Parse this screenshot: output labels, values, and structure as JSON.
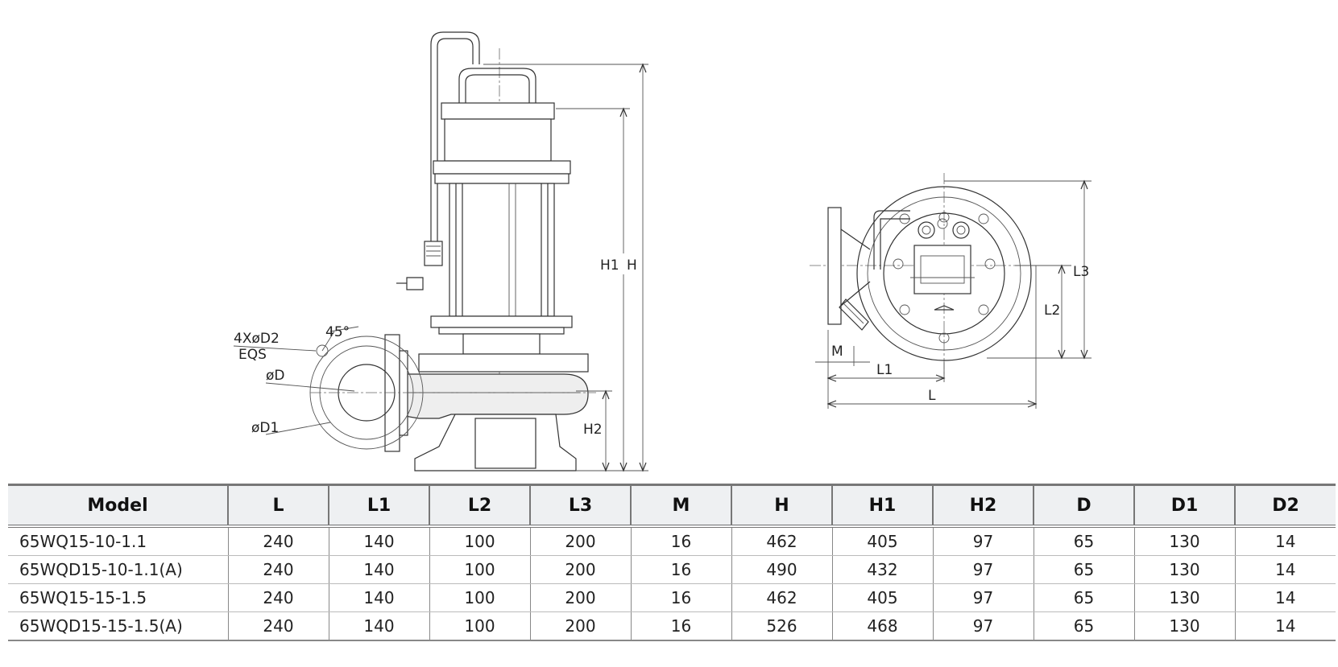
{
  "labels": {
    "flange_holes": "4XøD2",
    "flange_holes_sub": "EQS",
    "angle": "45°",
    "dia_d": "øD",
    "dia_d1": "øD1",
    "h1": "H1",
    "h": "H",
    "h2": "H2",
    "l": "L",
    "l1": "L1",
    "l2": "L2",
    "l3": "L3",
    "m": "M"
  },
  "table": {
    "headers": [
      "Model",
      "L",
      "L1",
      "L2",
      "L3",
      "M",
      "H",
      "H1",
      "H2",
      "D",
      "D1",
      "D2"
    ],
    "rows": [
      [
        "65WQ15-10-1.1",
        "240",
        "140",
        "100",
        "200",
        "16",
        "462",
        "405",
        "97",
        "65",
        "130",
        "14"
      ],
      [
        "65WQD15-10-1.1(A)",
        "240",
        "140",
        "100",
        "200",
        "16",
        "490",
        "432",
        "97",
        "65",
        "130",
        "14"
      ],
      [
        "65WQ15-15-1.5",
        "240",
        "140",
        "100",
        "200",
        "16",
        "462",
        "405",
        "97",
        "65",
        "130",
        "14"
      ],
      [
        "65WQD15-15-1.5(A)",
        "240",
        "140",
        "100",
        "200",
        "16",
        "526",
        "468",
        "97",
        "65",
        "130",
        "14"
      ]
    ]
  }
}
